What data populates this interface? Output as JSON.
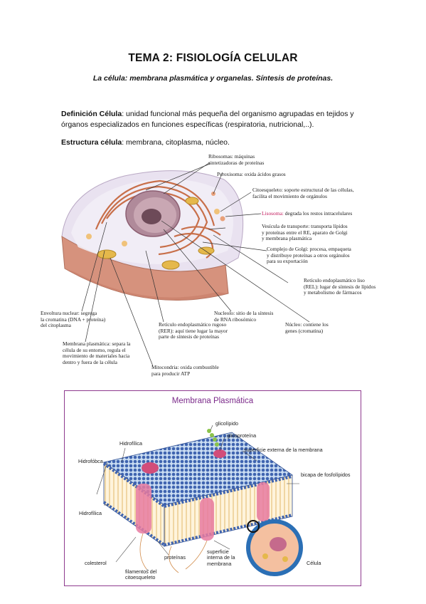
{
  "doc": {
    "title": "TEMA 2: FISIOLOGÍA CELULAR",
    "subtitle": "La célula: membrana plasmática y organelas. Síntesis de proteínas.",
    "definition_label": "Definición Célula",
    "definition_text": ": unidad funcional más pequeña del organismo agrupadas en tejidos y órganos especializados en funciones específicas (respiratoria, nutricional,..).",
    "structure_label": "Estructura célula",
    "structure_text": ": membrana, citoplasma, núcleo."
  },
  "cell_figure": {
    "ribosomas": "Ribosomas: máquinas\nsintetizadoras de proteínas",
    "peroxisoma": "Peroxisoma: oxida ácidos grasos",
    "citoesqueleto": "Citoesqueleto: soporte estructural de las células,\nfacilita el movimiento de orgánulos",
    "lisosoma_name": "Lisosoma:",
    "lisosoma_text": " degrada los restos intracelulares",
    "vesicula": "Vesícula de transporte: transporta lípidos\ny proteínas entre el RE, aparato de Golgi\ny membrana plasmática",
    "golgi": "Complejo de Golgi: procesa, empaqueta\ny distribuye proteínas a otros orgánulos\npara su exportación",
    "rel": "Retículo endoplasmático liso\n(REL): lugar de síntesis de lípidos\ny metabolismo de fármacos",
    "envoltura": "Envoltura nuclear: segrega\nla cromatina (DNA + proteína)\ndel citoplasma",
    "nucleolo": "Nucleolo: sitio de la síntesis\nde RNA ribosómico",
    "nucleo": "Núcleo: contiene los\ngenes (cromatina)",
    "rer": "Retículo endoplasmático rugoso\n(RER): aquí tiene lugar la mayor\nparte de síntesis de proteínas",
    "membrana": "Membrana plasmática: separa la\ncélula de su entorno, regula el\nmovimiento de materiales hacia\ndentro y fuera de la célula",
    "mitocondria": "Mitocondria: oxida combustible\npara producir ATP"
  },
  "membrane_figure": {
    "title": "Membrana Plasmática",
    "glicolipido": "glicolípido",
    "glicoproteina": "glicoproteína",
    "superficie_externa": "superficie externa de la membrana",
    "bicapa": "bicapa de fosfolípidos",
    "hidrofilica_top": "Hidrofílica",
    "hidrofobica": "Hidrofóbca",
    "hidrofilica_bottom": "Hidrofílica",
    "colesterol": "colesterol",
    "proteinas": "proteínas",
    "filamentos": "filamentos del\ncitoesqueleto",
    "superficie_interna": "superficie\ninterna de la\nmembrana",
    "celula": "Célula"
  }
}
